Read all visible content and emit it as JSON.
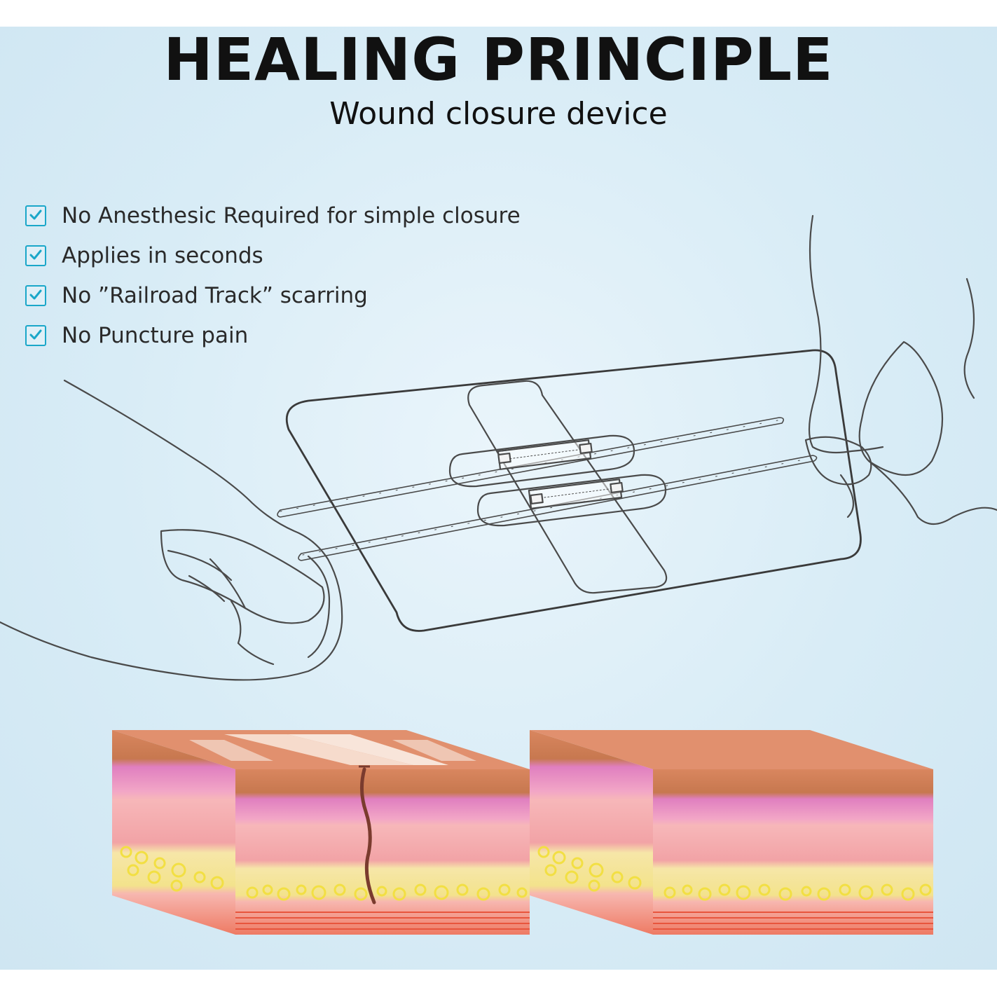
{
  "heading": {
    "title": "HEALING PRINCIPLE",
    "subtitle": "Wound closure device"
  },
  "features": [
    {
      "text": "No Anesthesic Required for simple closure",
      "icon": "checkbox-checked-icon"
    },
    {
      "text": "Applies in seconds",
      "icon": "checkbox-checked-icon"
    },
    {
      "text": "No ”Railroad Track” scarring",
      "icon": "checkbox-checked-icon"
    },
    {
      "text": "No Puncture pain",
      "icon": "checkbox-checked-icon"
    }
  ],
  "colors": {
    "accent": "#1aa7c9",
    "skin_top": "#e1906e",
    "skin_pink": "#f2a3a6",
    "skin_magenta": "#e07fc0",
    "fat_yellow": "#f2df43",
    "muscle_red": "#e8553d"
  }
}
